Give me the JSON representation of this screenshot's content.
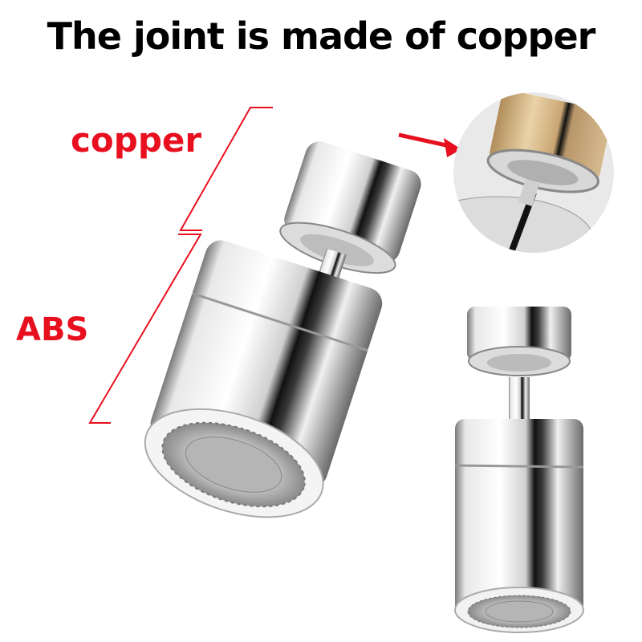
{
  "title": "The joint is made of copper",
  "labels": {
    "copper": "copper",
    "abs": "ABS"
  },
  "colors": {
    "label_red": "#e8101e",
    "chrome_light": "#f2f2f2",
    "chrome_dark": "#1a1a1a",
    "copper_gold": "#d9b98a"
  },
  "images": {
    "main_product": "swivel-aerator-tilted",
    "detail_inset": "copper-joint-closeup",
    "secondary_product": "swivel-aerator-upright"
  }
}
